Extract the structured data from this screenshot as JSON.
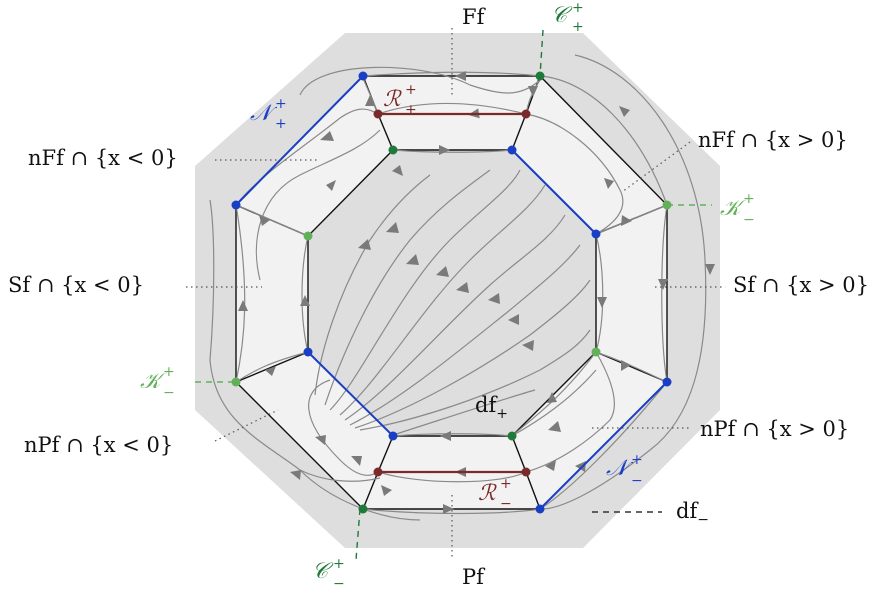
{
  "labels": {
    "ff": "Ff",
    "pf": "Pf",
    "nff_neg": "nFf ∩ {x < 0}",
    "nff_pos": "nFf ∩ {x > 0}",
    "sf_neg": "Sf ∩ {x < 0}",
    "sf_pos": "Sf ∩ {x > 0}",
    "npf_neg": "nPf ∩ {x < 0}",
    "npf_pos": "nPf ∩ {x > 0}",
    "df_plus": {
      "base": "df",
      "sub": "+"
    },
    "df_minus": {
      "base": "df",
      "sub": "−"
    },
    "c_top": {
      "base": "𝒞",
      "sup": "+",
      "sub": "+"
    },
    "c_bottom": {
      "base": "𝒞",
      "sup": "+",
      "sub": "−"
    },
    "n_top": {
      "base": "𝒩",
      "sup": "+",
      "sub": "+"
    },
    "n_bottom": {
      "base": "𝒩",
      "sup": "+",
      "sub": "−"
    },
    "k_right": {
      "base": "𝒦",
      "sup": "+",
      "sub": "−"
    },
    "k_left": {
      "base": "𝒦",
      "sup": "+",
      "sub": "−"
    },
    "r_top": {
      "base": "ℛ",
      "sup": "+",
      "sub": "+"
    },
    "r_bottom": {
      "base": "ℛ",
      "sup": "+",
      "sub": "−"
    }
  },
  "colors": {
    "blue": "#1a3fc4",
    "dark_green": "#1f7a3a",
    "light_green": "#63b05a",
    "maroon": "#7a2a2a",
    "outer_fill": "#dedede",
    "ring_fill": "#f2f2f2",
    "inner_fill": "#dedede",
    "flow": "#8a8a8a"
  }
}
